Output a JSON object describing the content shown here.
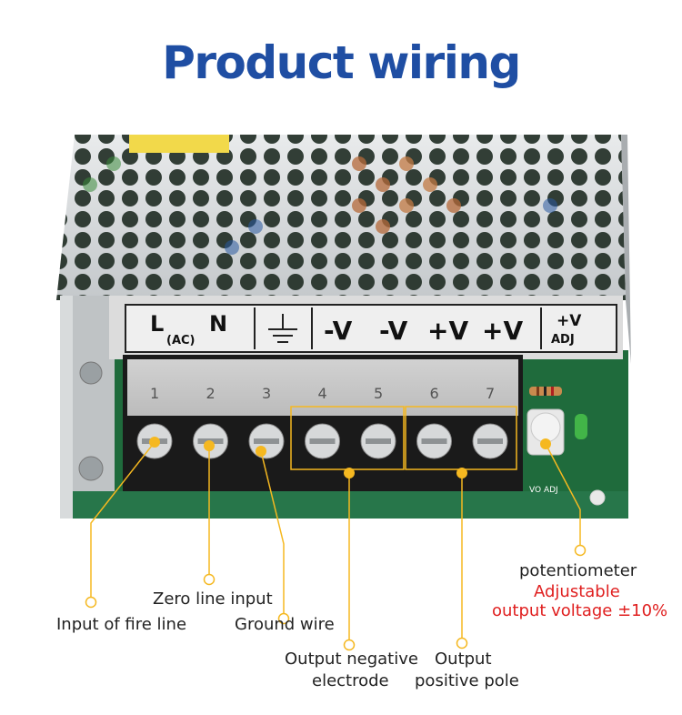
{
  "title": "Product wiring",
  "terminal_labels": {
    "ln_top": "L",
    "ln_n": "N",
    "ln_ac": "(AC)",
    "v1": "-V",
    "v2": "-V",
    "v3": "+V",
    "v4": "+V",
    "adj_top": "+V",
    "adj_bottom": "ADJ"
  },
  "terminal_numbers": [
    "1",
    "2",
    "3",
    "4",
    "5",
    "6",
    "7"
  ],
  "pcb_label": "VO ADJ",
  "callouts": {
    "fire_line": "Input of fire line",
    "zero_line": "Zero line input",
    "ground": "Ground wire",
    "neg_line1": "Output  negative",
    "neg_line2": "electrode",
    "pos_line1": "Output",
    "pos_line2": "positive pole",
    "pot_title": "potentiometer",
    "pot_line1": "Adjustable",
    "pot_line2": "output voltage ±10%"
  },
  "colors": {
    "title": "#1f4ea3",
    "callout_line": "#f5b820",
    "accent_red": "#e02020"
  }
}
